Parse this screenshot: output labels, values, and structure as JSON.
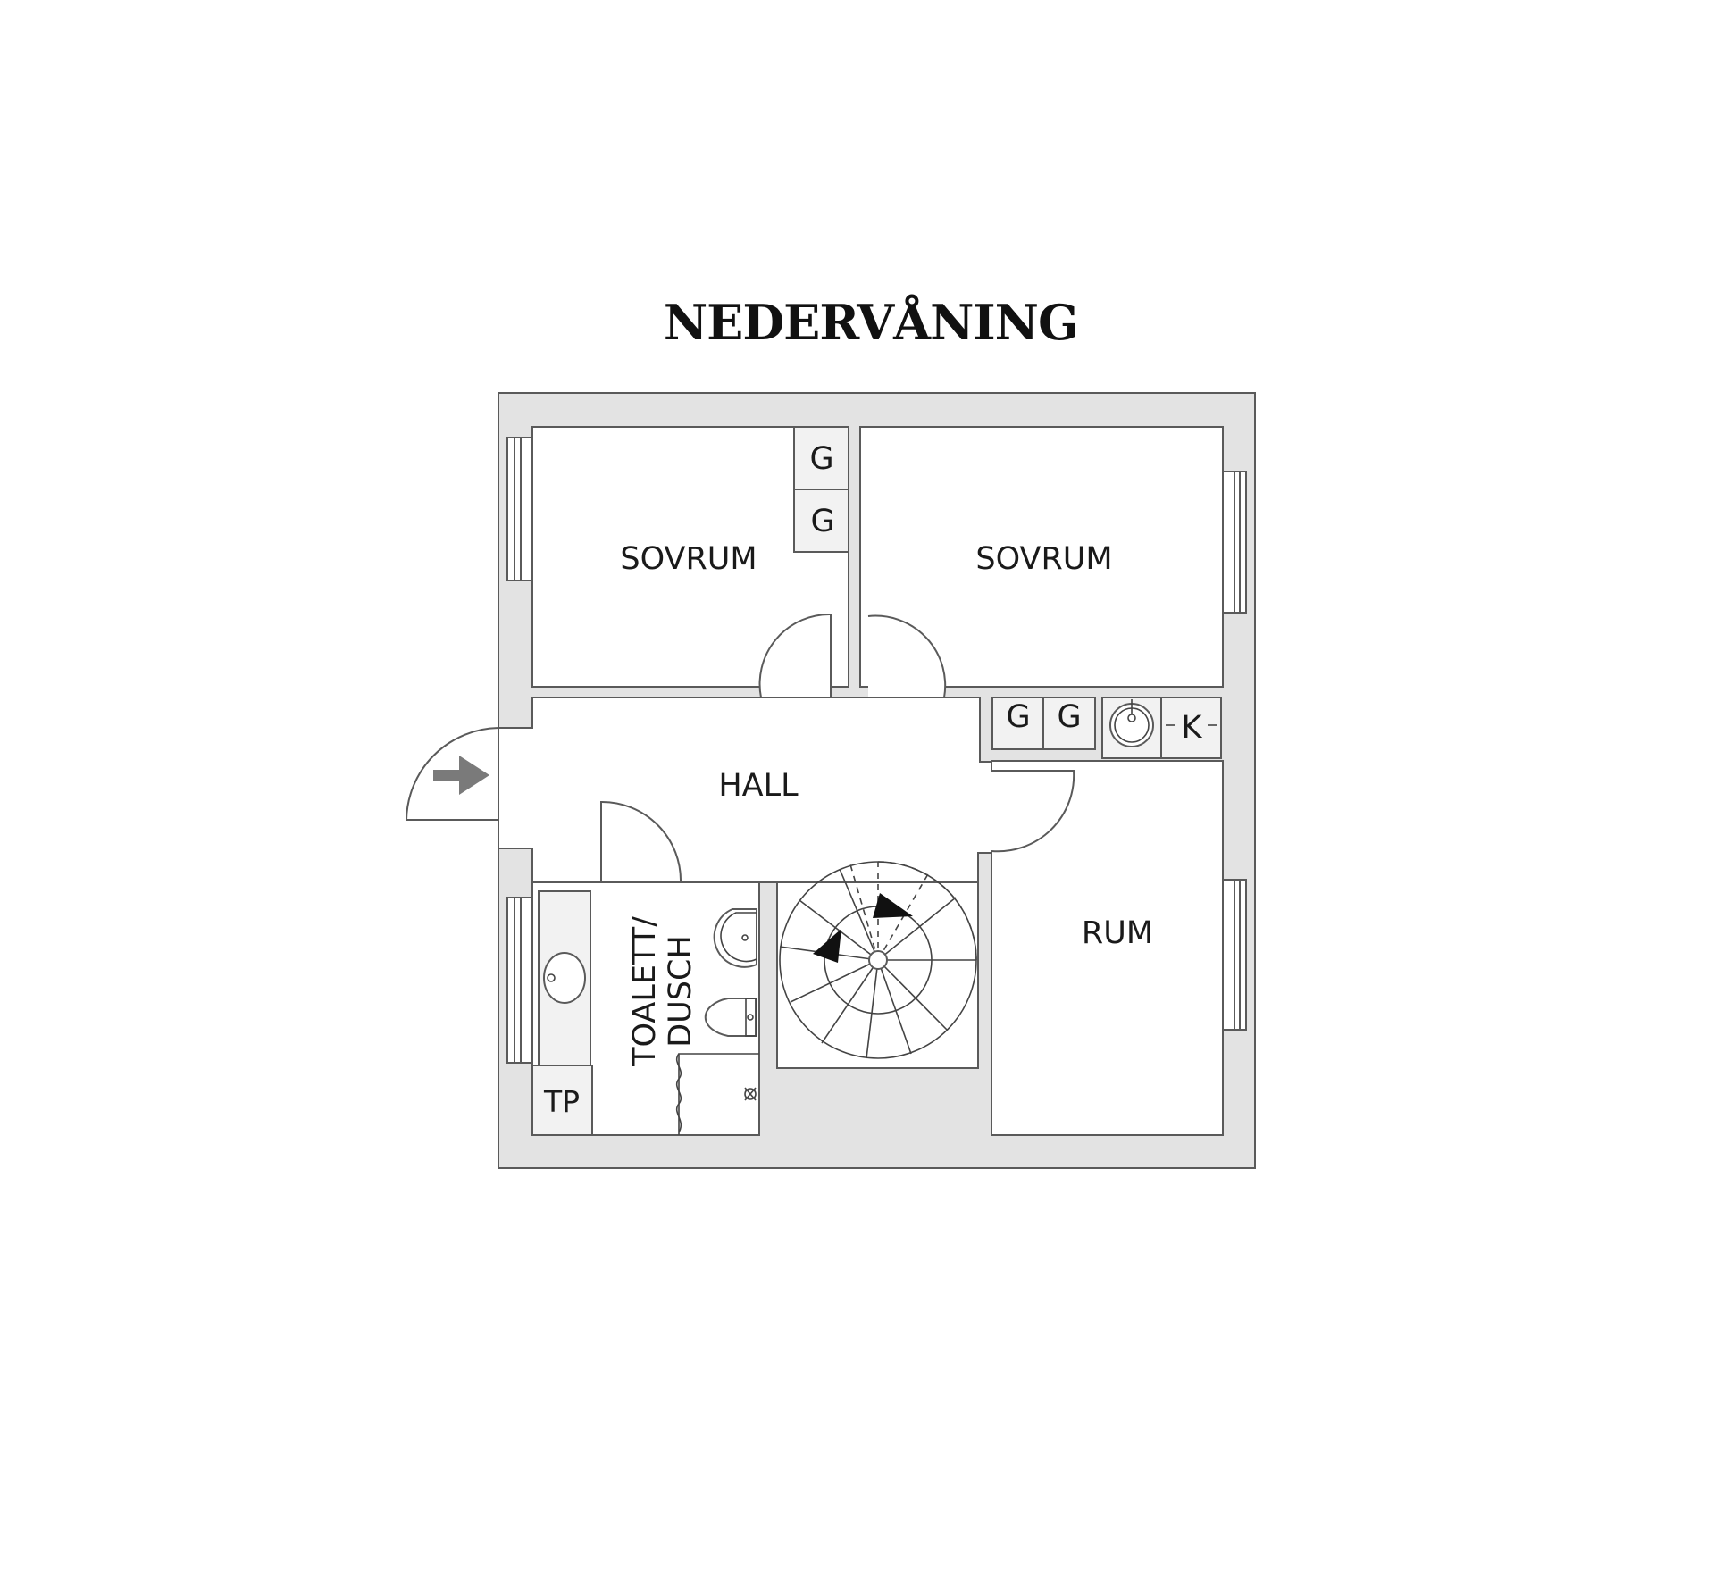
{
  "title": "NEDERVÅNING",
  "rooms": {
    "sovrum_left": "SOVRUM",
    "sovrum_right": "SOVRUM",
    "hall": "HALL",
    "rum": "RUM",
    "toalett_line1": "TOALETT/",
    "toalett_line2": "DUSCH"
  },
  "fixtures": {
    "garderob_1": "G",
    "garderob_2": "G",
    "garderob_3": "G",
    "garderob_4": "G",
    "kok": "K",
    "tp": "TP"
  },
  "colors": {
    "wall_fill": "#e3e3e3",
    "line": "#5a5a5a",
    "entry_arrow": "#7a7a7a"
  },
  "icons": {
    "entry": "arrow-right-icon",
    "stair_direction": "triangle-arrow-icon"
  }
}
